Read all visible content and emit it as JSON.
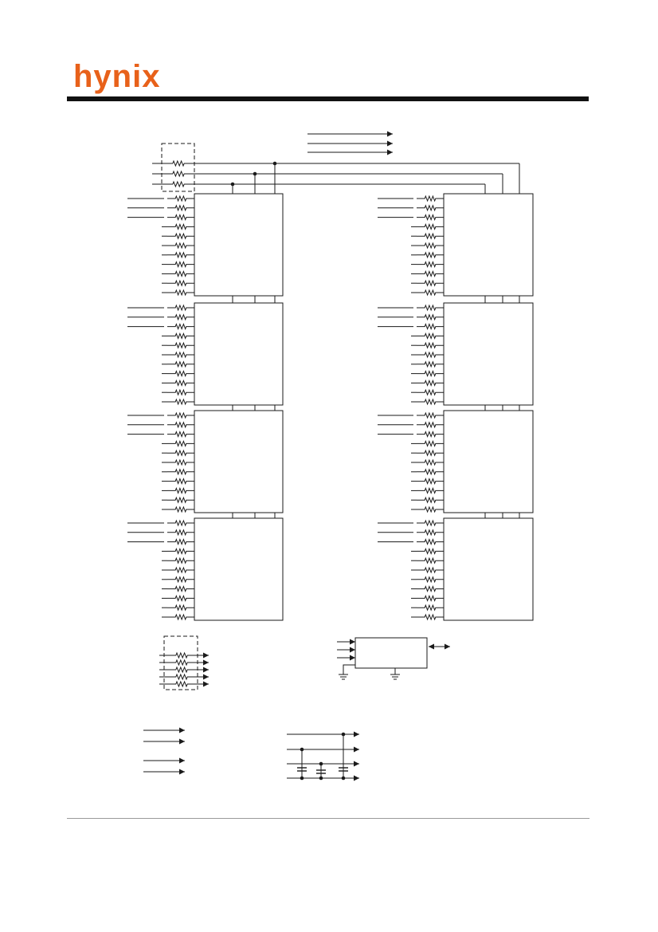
{
  "header": {
    "logo_text": "hynix",
    "logo_color": "#e8611a",
    "rule_color": "#111111"
  },
  "footer": {
    "rule_color": "#9a9a9a"
  },
  "diagram": {
    "line_color": "#1a1a1a",
    "box_border_color": "#1a1a1a",
    "package_columns": 2,
    "packages_per_column": 4,
    "resistors_per_package": 11,
    "long_input_lines_per_package": 3,
    "components": {
      "top_resistor_network": "resistor-network-icon",
      "bottom_resistor_network": "resistor-network-icon",
      "eeprom": "chip-icon",
      "decoupling": "capacitor-icon",
      "ground": "ground-icon"
    }
  }
}
